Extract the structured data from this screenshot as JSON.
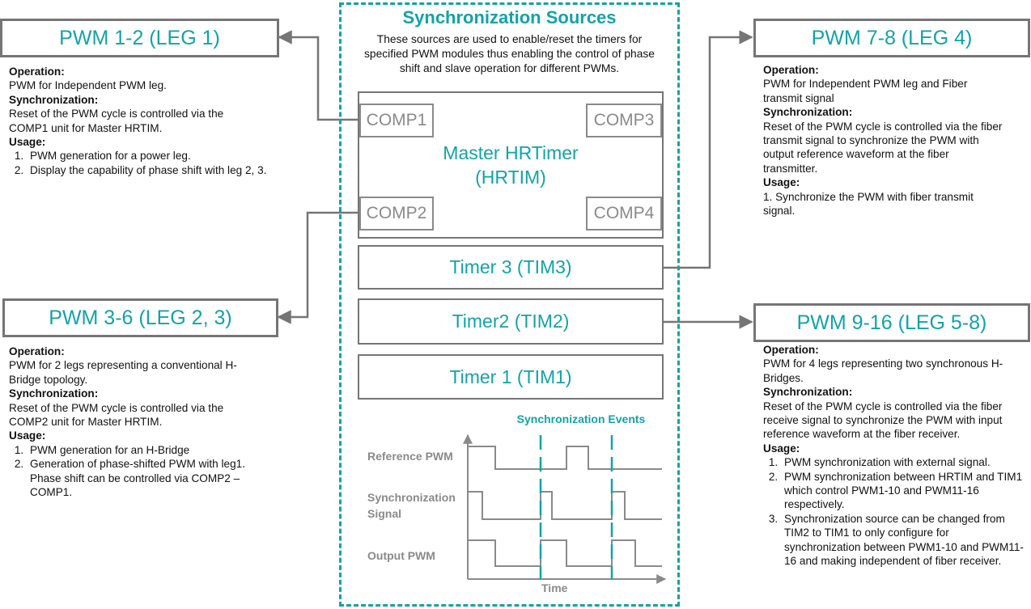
{
  "center": {
    "title": "Synchronization Sources",
    "subtitle_lines": [
      "These sources are used to enable/reset the timers for",
      "specified PWM modules thus enabling the control of phase",
      "shift and slave operation for different PWMs."
    ],
    "master_line1": "Master HRTimer",
    "master_line2": "(HRTIM)",
    "comp1": "COMP1",
    "comp2": "COMP2",
    "comp3": "COMP3",
    "comp4": "COMP4",
    "timer3": "Timer 3 (TIM3)",
    "timer2": "Timer2 (TIM2)",
    "timer1": "Timer 1 (TIM1)"
  },
  "waveform": {
    "events_label": "Synchronization Events",
    "reference_label": "Reference PWM",
    "sync_label_line1": "Synchronization",
    "sync_label_line2": "Signal",
    "output_label": "Output PWM",
    "time_label": "Time"
  },
  "blocks": {
    "leg1": {
      "title": "PWM 1-2 (LEG 1)",
      "op_head": "Operation:",
      "op_lines": [
        "PWM for Independent PWM leg."
      ],
      "sync_head": "Synchronization:",
      "sync_lines": [
        "Reset of the PWM cycle is controlled via the",
        "COMP1 unit for Master HRTIM."
      ],
      "usage_head": "Usage:",
      "usage": [
        "PWM generation for a power leg.",
        "Display the capability of phase shift with leg 2, 3."
      ]
    },
    "leg23": {
      "title": "PWM 3-6 (LEG 2, 3)",
      "op_head": "Operation:",
      "op_lines": [
        "PWM for 2 legs representing a conventional H-",
        "Bridge topology."
      ],
      "sync_head": "Synchronization:",
      "sync_lines": [
        "Reset of the PWM cycle is controlled via the",
        "COMP2 unit for Master HRTIM."
      ],
      "usage_head": "Usage:",
      "usage": [
        "PWM generation for an H-Bridge",
        "Generation of phase-shifted PWM with leg1. Phase shift can be controlled via COMP2 – COMP1."
      ]
    },
    "leg4": {
      "title": "PWM 7-8 (LEG 4)",
      "op_head": "Operation:",
      "op_lines": [
        "PWM for Independent PWM leg and Fiber",
        "transmit signal"
      ],
      "sync_head": "Synchronization:",
      "sync_lines": [
        "Reset of the PWM cycle is controlled via the fiber",
        "transmit signal to synchronize the PWM with",
        "output reference waveform at the fiber",
        "transmitter."
      ],
      "usage_head": "Usage:",
      "usage_lines": [
        "1. Synchronize the PWM with fiber transmit",
        "signal."
      ]
    },
    "leg58": {
      "title": "PWM 9-16 (LEG 5-8)",
      "op_head": "Operation:",
      "op_lines": [
        "PWM for 4 legs representing two synchronous H-",
        "Bridges."
      ],
      "sync_head": "Synchronization:",
      "sync_lines": [
        "Reset of the PWM cycle is controlled via the fiber",
        "receive signal to synchronize the PWM with input",
        "reference waveform at the fiber receiver."
      ],
      "usage_head": "Usage:",
      "usage": [
        "PWM synchronization with external signal.",
        "PWM synchronization between HRTIM and TIM1 which control PWM1-10 and PWM11-16 respectively.",
        "Synchronization source can be changed from TIM2 to TIM1 to only configure for synchronization between PWM1-10 and PWM11-16 and making independent of fiber receiver."
      ]
    }
  },
  "colors": {
    "accent": "#13a3a6",
    "border": "#757575",
    "muted": "#8a8a8a"
  }
}
